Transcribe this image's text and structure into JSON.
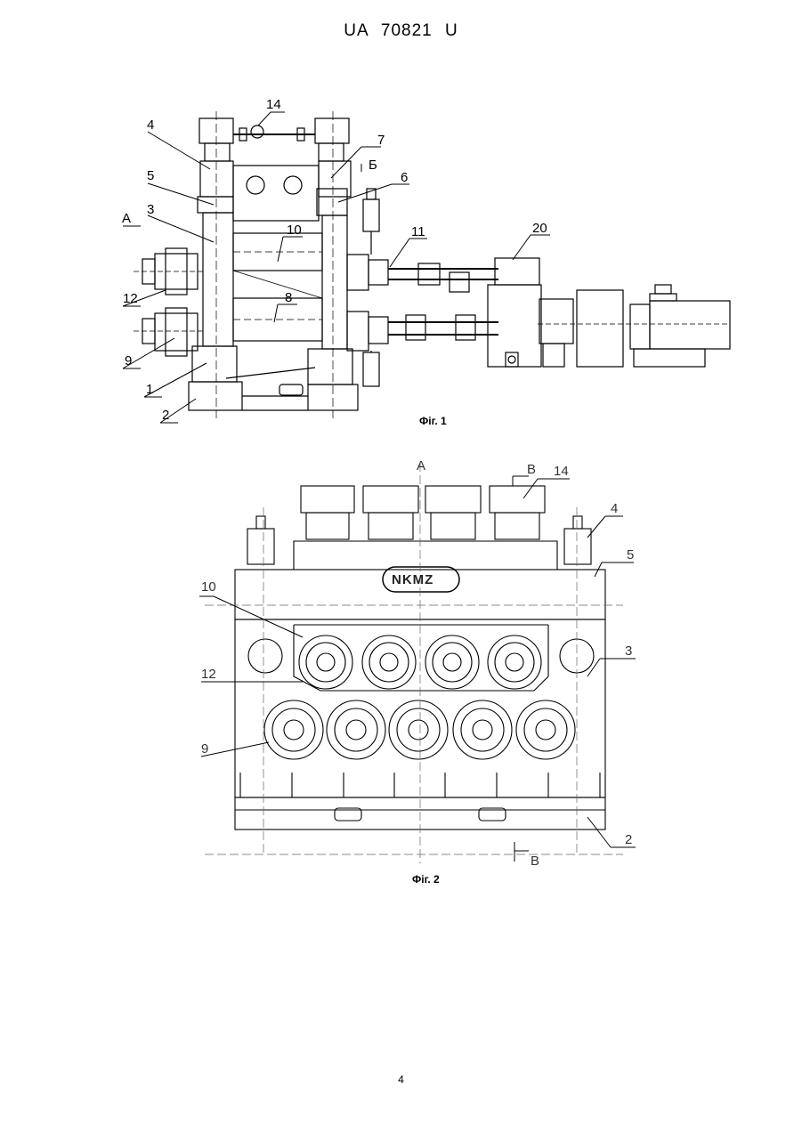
{
  "header": {
    "doc_number": "UA 70821 U"
  },
  "page": {
    "number": "4"
  },
  "figure1": {
    "caption": "Фіг. 1",
    "labels": {
      "l14": "14",
      "l4": "4",
      "l7": "7",
      "lB": "Б",
      "l5": "5",
      "l6": "6",
      "lA": "А",
      "l3": "3",
      "l10": "10",
      "l11": "11",
      "l20": "20",
      "l12": "12",
      "l8": "8",
      "l9": "9",
      "l1": "1",
      "l2": "2"
    }
  },
  "figure2": {
    "caption": "Фіг. 2",
    "logo": "NKMZ",
    "labels": {
      "lA": "А",
      "lB_top": "В",
      "l14": "14",
      "l4": "4",
      "l5": "5",
      "l10": "10",
      "l3": "3",
      "l12": "12",
      "l9": "9",
      "l2": "2",
      "lB_bottom": "В"
    }
  },
  "colors": {
    "line": "#000000",
    "background": "#ffffff",
    "faint": "#cccccc"
  }
}
